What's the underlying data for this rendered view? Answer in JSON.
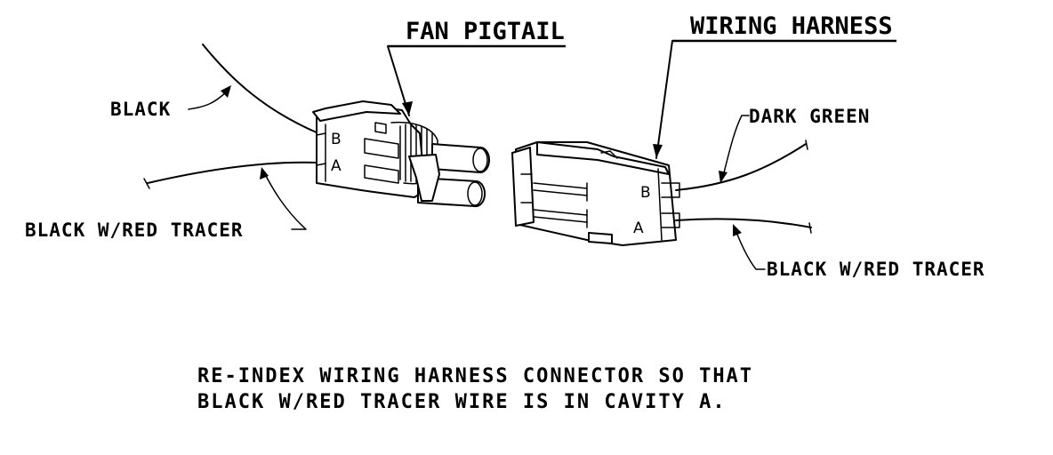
{
  "titles": {
    "fan_pigtail": "FAN PIGTAIL",
    "wiring_harness": "WIRING HARNESS"
  },
  "wire_labels": {
    "black": "BLACK",
    "black_red_left": "BLACK W/RED TRACER",
    "dark_green": "DARK GREEN",
    "black_red_right": "BLACK W/RED TRACER"
  },
  "cavities": {
    "left_b": "B",
    "left_a": "A",
    "right_b": "B",
    "right_a": "A"
  },
  "note": {
    "line1": "RE-INDEX WIRING HARNESS CONNECTOR SO THAT",
    "line2": "BLACK W/RED TRACER WIRE IS IN CAVITY A."
  }
}
